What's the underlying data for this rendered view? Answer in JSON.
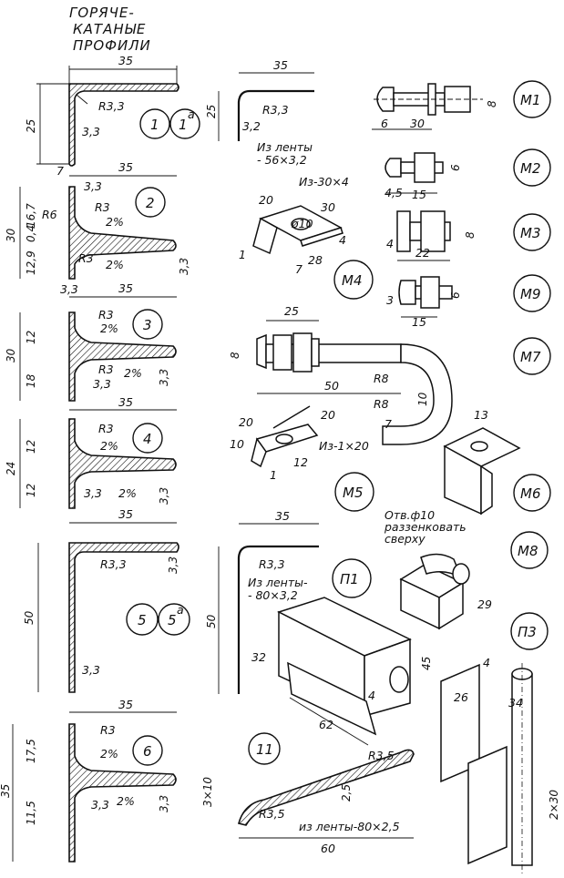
{
  "heading": {
    "line1": "ГОРЯЧЕ-",
    "line2": "КАТАНЫЕ",
    "line3": "ПРОФИЛИ"
  },
  "labels": {
    "p1": "1",
    "p1a": "1",
    "p1a_sup": "а",
    "p2": "2",
    "p3": "3",
    "p4": "4",
    "p5": "5",
    "p5a": "5",
    "p5a_sup": "а",
    "p6": "6",
    "p11": "11",
    "m1": "М1",
    "m2": "М2",
    "m3": "М3",
    "m4": "М4",
    "m5": "М5",
    "m6": "М6",
    "m7": "М7",
    "m8": "М8",
    "m9": "М9",
    "pi1": "П1",
    "pi3": "П3"
  },
  "notes": {
    "strip_56": "Из ленты",
    "strip_56_size": "- 56×3,2",
    "from_30x4": "Из-30×4",
    "from_1x20": "Из-1×20",
    "strip_80a": "Из ленты-",
    "strip_80a_size": "- 80×3,2",
    "hole_line1": "Отв.ф10",
    "hole_line2": "раззенковать",
    "hole_line3": "сверху",
    "strip_80b": "из ленты-80×2,5"
  },
  "dimensions": {
    "d35": "35",
    "d25": "25",
    "r33": "R3,3",
    "t33": "3,3",
    "t32": "3,2",
    "d7": "7",
    "d30": "30",
    "r6": "R6",
    "r3": "R3",
    "slope": "2%",
    "d167": "16,7",
    "d04": "0,4",
    "d129": "12,9",
    "d12": "12",
    "d18": "18",
    "d24": "24",
    "d50": "50",
    "d175": "17,5",
    "d115": "11,5",
    "d6": "6",
    "d8": "8",
    "d45": "4,5",
    "d15": "15",
    "d4": "4",
    "d22": "22",
    "d3": "3",
    "d20": "20",
    "phi10": "ø10",
    "d28": "28",
    "d1": "1",
    "d10": "10",
    "r8": "R8",
    "d13": "13",
    "d29": "29",
    "d32": "32",
    "d62": "62",
    "r35": "R3,5",
    "d60": "60",
    "d3x10": "3×10",
    "d25b": "2,5",
    "d45b": "45",
    "d26": "26",
    "d34": "34",
    "d2x30": "2×30"
  }
}
